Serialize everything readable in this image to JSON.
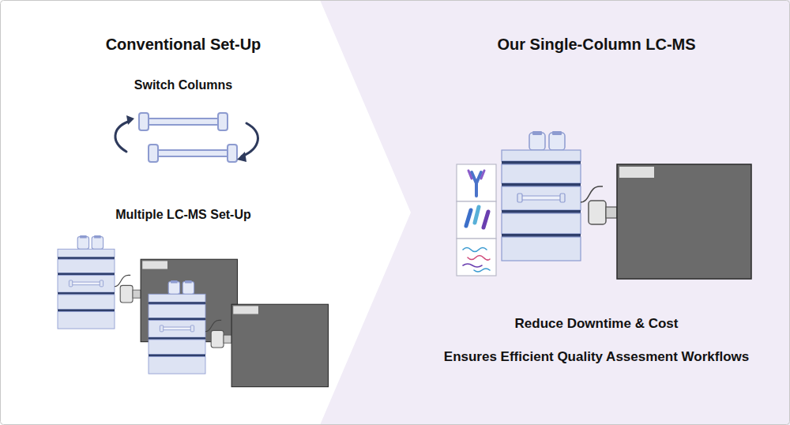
{
  "diagram": {
    "nodes": [
      {
        "text": [
          "Conventional Set-Up",
          "Switch Columns",
          "Multiple LC-MS Set-Up"
        ]
      },
      {
        "text": [
          "Our Single-Column LC-MS",
          "Reduce Downtime & Cost",
          "Ensures Efficient Quality Assesment Workflows"
        ]
      }
    ]
  }
}
